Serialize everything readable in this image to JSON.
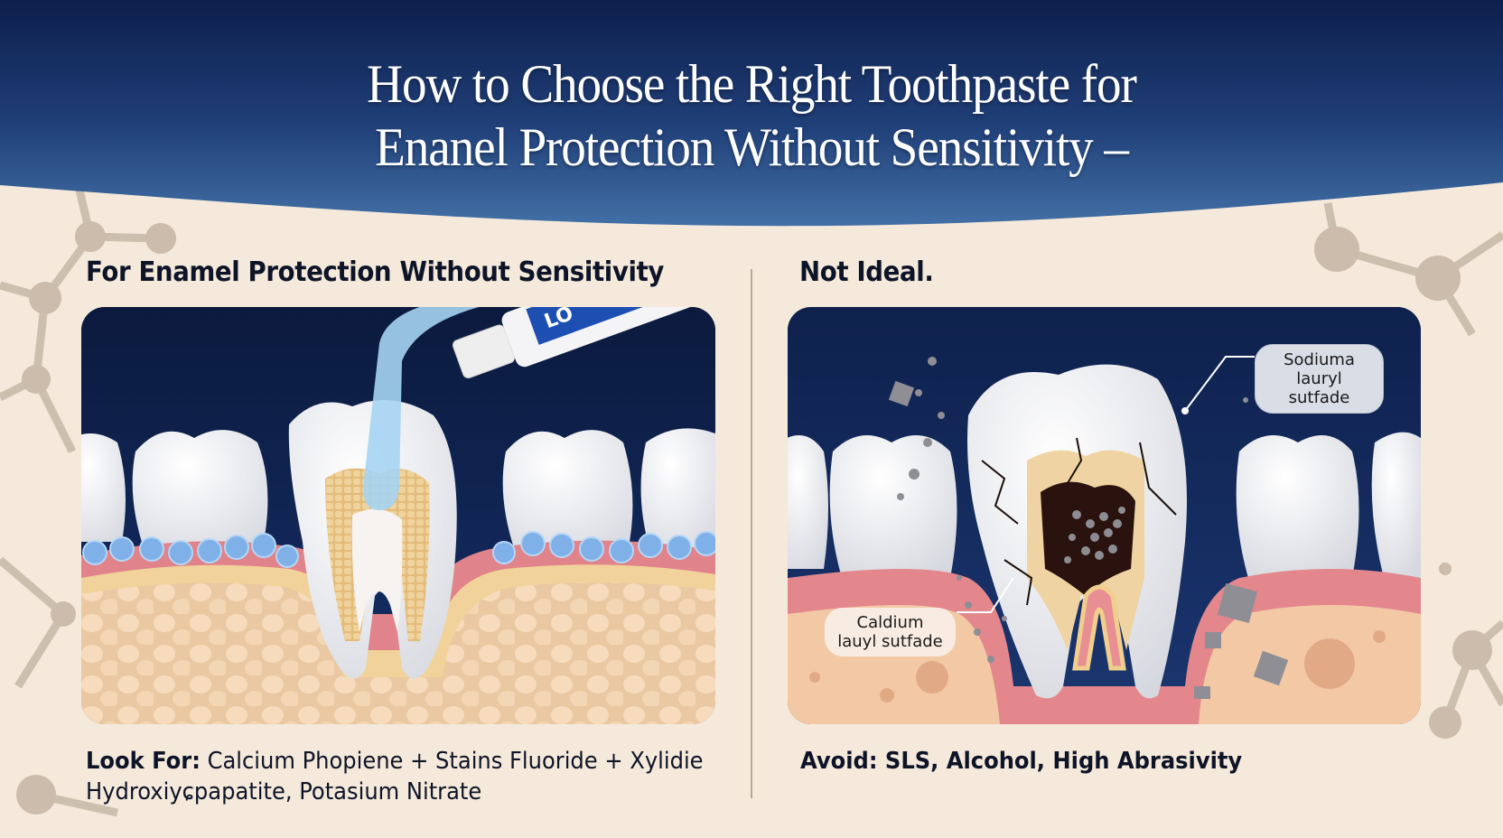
{
  "header": {
    "title_line1": "How to Choose the Right Toothpaste for",
    "title_line2": "Enanel Protection Without Sensitivity –",
    "gradient_top": "#0d1f4c",
    "gradient_bottom": "#3f6aa0"
  },
  "left_column": {
    "heading": "For Enamel Protection Without Sensitivity",
    "illustration": "healthy-teeth-with-toothpaste-illustration",
    "tube_label_fragment": "LO",
    "look_for_label": "Look For:",
    "look_for_line1": "Calcium Phopiene + Stains Fluoride + Xylidie",
    "look_for_line2": "Hydroxiyɕpapatite, Potasium Nitrate"
  },
  "right_column": {
    "heading": "Not Ideal.",
    "illustration": "damaged-cracked-tooth-illustration",
    "callouts": [
      {
        "line1": "Sodiuma",
        "line2": "lauryl sutfade"
      },
      {
        "line1": "Caldium",
        "line2": "lauyl sutfade"
      }
    ],
    "avoid_text": "Avoid: SLS, Alcohol, High Abrasivity"
  },
  "colors": {
    "background": "#f4e9da",
    "panel_bg": "#0f2147",
    "heading_text": "#0e1428",
    "molecule": "#cbbcab",
    "gum_pink": "#e48a8c",
    "bone": "#f1cfa9",
    "tooth_white": "#f7f7f9",
    "dentin": "#efd4a0"
  }
}
